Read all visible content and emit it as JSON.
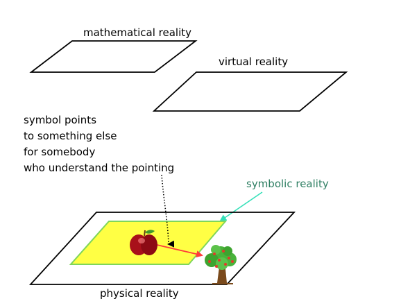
{
  "labels": {
    "mathematical": "mathematical reality",
    "virtual": "virtual reality",
    "symbol_lines": [
      "symbol points",
      "to something else",
      "for somebody",
      "who understand the pointing"
    ],
    "symbolic": "symbolic reality",
    "physical": "physical reality"
  },
  "colors": {
    "plane_stroke": "#000000",
    "symbolic_fill": "#ffff44",
    "symbolic_stroke": "#7fd65a",
    "cyan_arrow": "#33e0b8",
    "red_arrow": "#ff3b3b",
    "label_green": "#2f7f63"
  },
  "icons": {
    "apple": "apple-icon",
    "tree": "apple-tree-icon"
  }
}
